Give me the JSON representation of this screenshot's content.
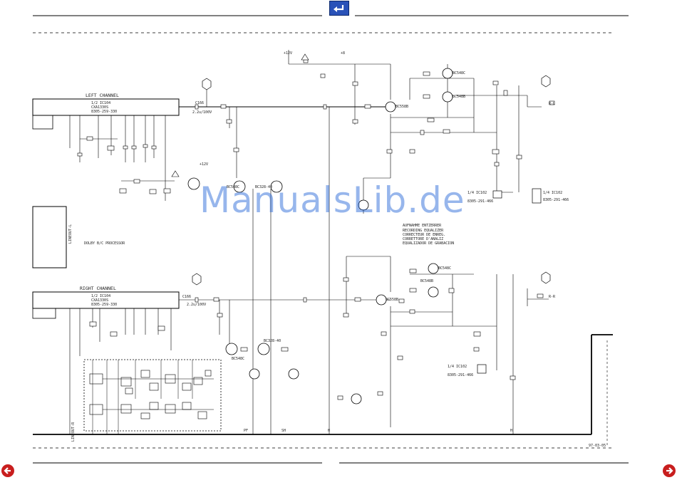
{
  "nav": {
    "back_icon": "return-arrow-icon",
    "prev_icon": "arrow-left-icon",
    "next_icon": "arrow-right-icon",
    "accent": "#c81e1e",
    "back_color": "#2a52b8"
  },
  "watermark": "ManualsLib.de",
  "left_channel": {
    "title": "LEFT CHANNEL",
    "ic_name": "1/2 IC104",
    "ic_part": "CXA1330S",
    "ic_code": "8305-259-330",
    "output_cap": "C166",
    "output_cap_value": "2.2u/100V",
    "input_label": "LINEOUT-L"
  },
  "right_channel": {
    "title": "RIGHT CHANNEL",
    "ic_name": "1/2 IC104",
    "ic_part": "CXA1330S",
    "ic_code": "8305-259-330",
    "input_label": "LINEOUT-R"
  },
  "dolby": {
    "label": "DOLBY B/C PROCESSOR"
  },
  "eq": {
    "line1": "AUFNAHME ENTZERRER",
    "line2": "RECORDING EQUALIZER",
    "line3": "CORRECTEUR DE ENREG.",
    "line4": "CORRETTORE D'ANALIZ",
    "line5": "EQUALIZADOR DE GRABACION"
  },
  "supply": {
    "v12_top": "+12V",
    "v12_mid": "+12V",
    "v8": "+8"
  },
  "transistors": {
    "t2": "BC558B",
    "t3": "BC548C",
    "t4": "BC548B",
    "t5": "BC328-40",
    "t6": "BC548C",
    "t7": "BC558B",
    "t8": "BC548C",
    "t9": "BC548B",
    "t10": "BC328-40",
    "t11": "BC548C"
  },
  "ic_switch": {
    "sw_left": "1/4 IC102",
    "sw_left_code": "8305-291-466",
    "sw_left2": "1/4 IC102",
    "sw_left2_code": "8305-291-466",
    "sw_right": "1/4 IC102",
    "sw_right_code": "8305-291-466"
  },
  "outputs": {
    "rl": "R-L",
    "rr": "R-R"
  },
  "bottom_bus": {
    "pf": "PF",
    "sh": "SH",
    "h": "H",
    "h2": "H"
  },
  "misc": {
    "date_code": "97-03-05"
  }
}
